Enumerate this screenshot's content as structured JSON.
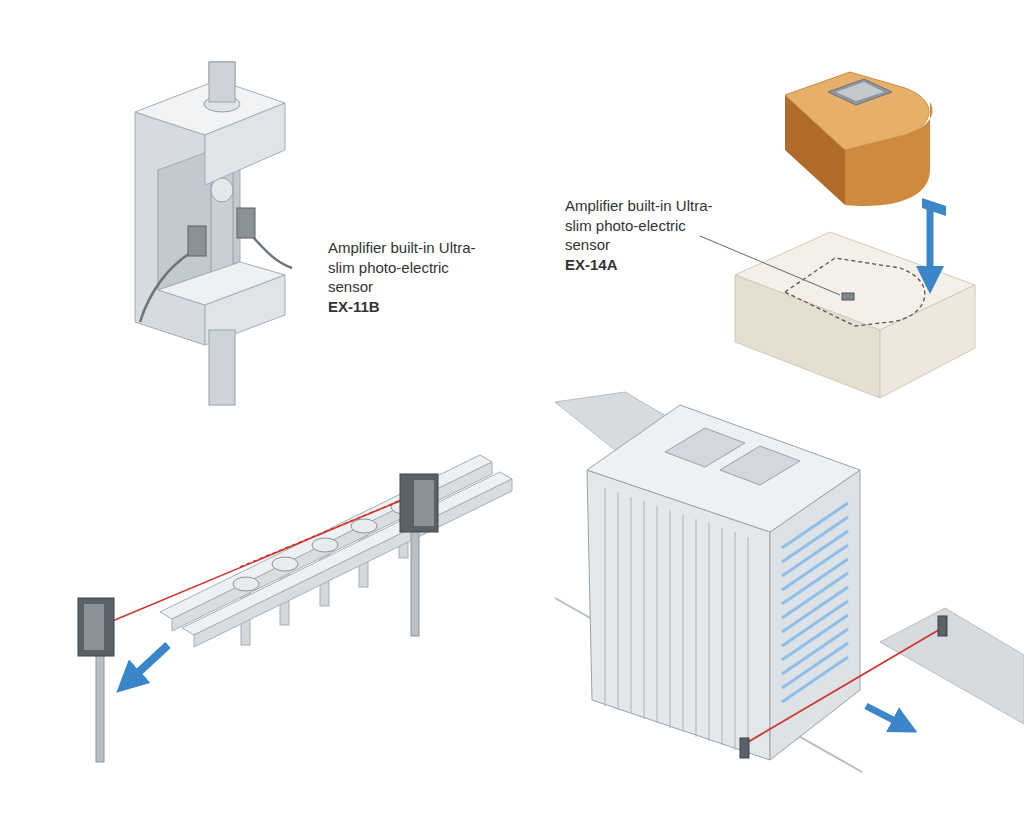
{
  "diagram": {
    "labels": [
      "Amplifier built-in Ultra-slim photo-electric sensor",
      "EX-11B",
      "Amplifier built-in Ultra-slim photo-electric sensor",
      "EX-14A"
    ]
  }
}
